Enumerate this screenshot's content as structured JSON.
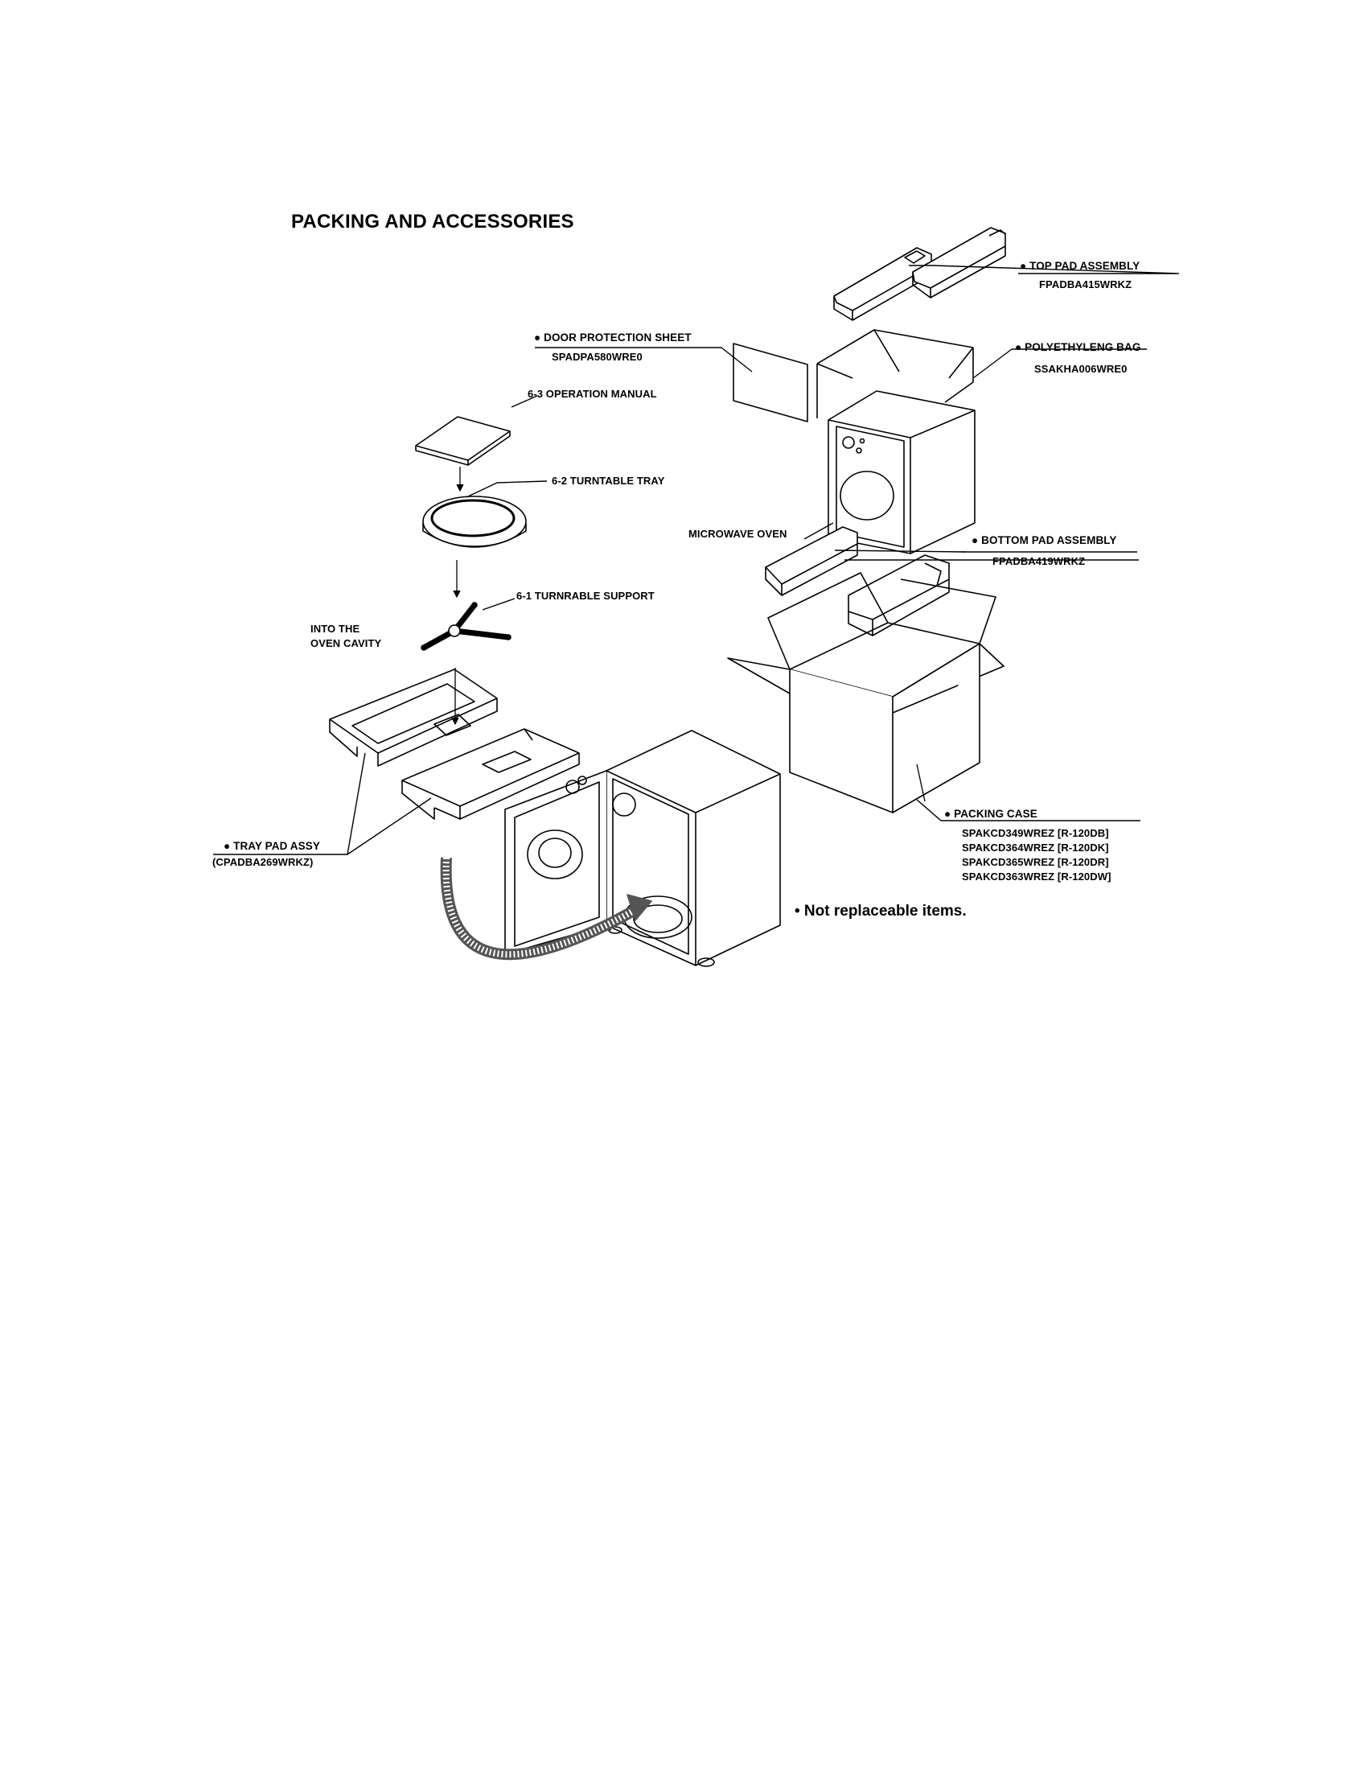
{
  "page": {
    "title": "PACKING AND ACCESSORIES"
  },
  "labels": {
    "top_pad_name": "● TOP PAD ASSEMBLY",
    "top_pad_code": "FPADBA415WRKZ",
    "door_sheet_name": "● DOOR PROTECTION SHEET",
    "door_sheet_code": "SPADPA580WRE0",
    "poly_bag_name": "● POLYETHYLENG BAG",
    "poly_bag_code": "SSAKHA006WRE0",
    "manual": "6-3   OPERATION MANUAL",
    "tray": "6-2   TURNTABLE TRAY",
    "microwave": "MICROWAVE OVEN",
    "bottom_pad_name": "● BOTTOM PAD ASSEMBLY",
    "bottom_pad_code": "FPADBA419WRKZ",
    "support": "6-1   TURNRABLE SUPPORT",
    "into_oven_line1": "INTO THE",
    "into_oven_line2": "OVEN CAVITY",
    "tray_pad_name": "● TRAY PAD ASSY",
    "tray_pad_code": "(CPADBA269WRKZ)",
    "packing_case_name": "● PACKING CASE",
    "packing_case_codes": [
      "SPAKCD349WREZ [R-120DB]",
      "SPAKCD364WREZ [R-120DK]",
      "SPAKCD365WREZ [R-120DR]",
      "SPAKCD363WREZ [R-120DW]"
    ]
  },
  "footnote": "• Not replaceable items."
}
